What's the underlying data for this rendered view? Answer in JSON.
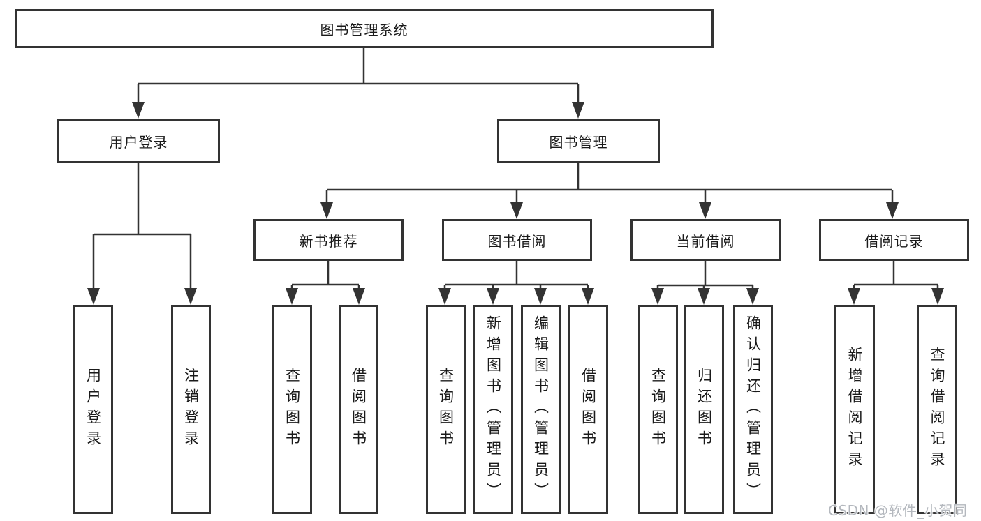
{
  "diagram": {
    "root": {
      "label": "图书管理系统"
    },
    "level2": [
      {
        "label": "用户登录"
      },
      {
        "label": "图书管理"
      }
    ],
    "level3": [
      {
        "label": "新书推荐"
      },
      {
        "label": "图书借阅"
      },
      {
        "label": "当前借阅"
      },
      {
        "label": "借阅记录"
      }
    ],
    "leaves": [
      {
        "label": "用户登录"
      },
      {
        "label": "注销登录"
      },
      {
        "label": "查询图书"
      },
      {
        "label": "借阅图书"
      },
      {
        "label": "查询图书"
      },
      {
        "label": "新增图书（管理员）"
      },
      {
        "label": "编辑图书（管理员）"
      },
      {
        "label": "借阅图书"
      },
      {
        "label": "查询图书"
      },
      {
        "label": "归还图书"
      },
      {
        "label": "确认归还（管理员）"
      },
      {
        "label": "新增借阅记录"
      },
      {
        "label": "查询借阅记录"
      }
    ]
  },
  "watermark": {
    "text": "CSDN @软件_小贺同学"
  },
  "colors": {
    "line": "#333333",
    "box_border": "#333333",
    "text": "#1a1a1a",
    "watermark": "#b4b8be",
    "background": "#ffffff"
  }
}
